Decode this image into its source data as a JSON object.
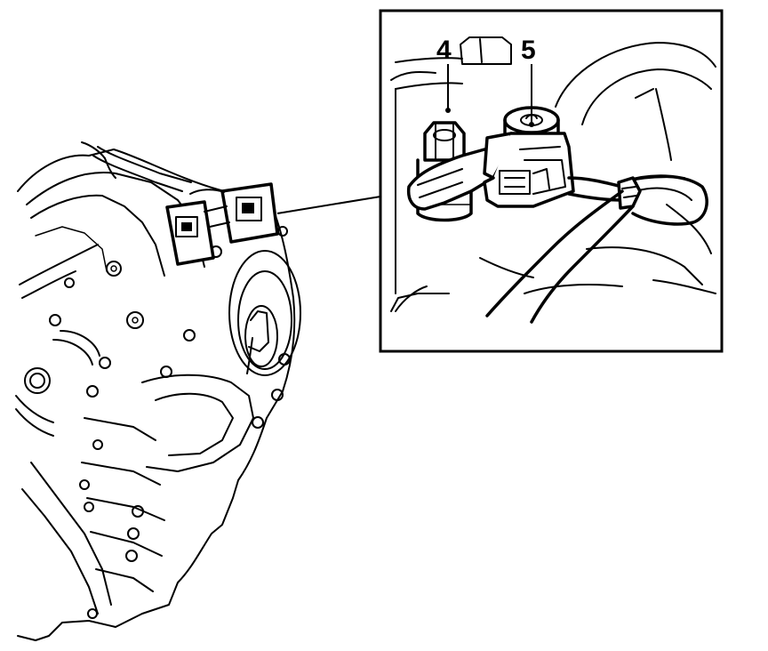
{
  "callouts": [
    {
      "id": "4",
      "text": "4"
    },
    {
      "id": "5",
      "text": "5"
    }
  ],
  "colors": {
    "line": "#000000",
    "background": "#ffffff"
  }
}
